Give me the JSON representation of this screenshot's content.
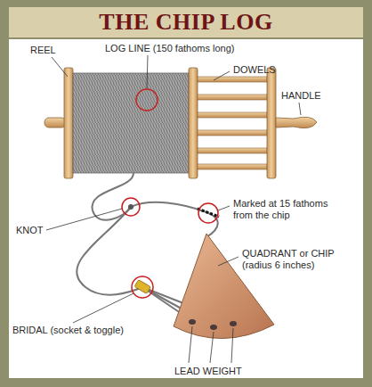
{
  "diagram": {
    "title": "THE CHIP LOG",
    "labels": [
      "REEL",
      "LOG LINE (150 fathoms long)",
      "DOWELS",
      "HANDLE",
      "KNOT",
      "Marked at 15 fathoms from the chip",
      "QUADRANT or CHIP (radius 6 inches)",
      "BRIDAL (socket & toggle)",
      "LEAD WEIGHT"
    ]
  }
}
